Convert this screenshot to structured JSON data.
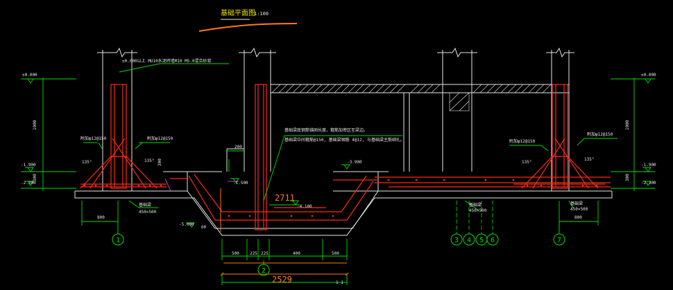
{
  "drawing": {
    "title": "基础平面图",
    "scale": "1:100",
    "note_top": "±0.000以上 MU10水泥砖墙M10 M5.0混合砂浆",
    "note_mid_1": "基础梁底钢筋锚固长度，箍筋加密区至梁边。",
    "note_mid_2": "基础梁中间箍筋@150, 基础梁钢筋 4@12, 与基础梁主筋绑扎。",
    "annotations": {
      "rebar_left_a": "附加φ12@150",
      "rebar_left_b": "附加φ12@150",
      "rebar_right_a": "附加φ12@150",
      "rebar_right_b": "附加φ12@150",
      "angle": "135°",
      "beam_left": "基础梁",
      "beam_left_size": "450×500",
      "beam_mid": "基础梁",
      "beam_mid_size": "450×500",
      "beam_right": "基础梁",
      "beam_right_size": "450×500"
    },
    "levels": {
      "l_pm000_left": "±0.000",
      "l_pm000_right": "±0.000",
      "l_m1900_left": "-1.900",
      "l_m1900_right": "-1.900",
      "l_m2300_left": "-2.300",
      "l_m2300_right": "-2.300",
      "l_m1500": "-1.500",
      "l_m3900": "-3.900",
      "l_m4100": "-4.100",
      "l_m5000": "-5.000"
    },
    "dims": {
      "v_1900_left": "1900",
      "v_300_left": "300",
      "v_1900_right": "1900",
      "v_300_right": "300",
      "d_800_left": "800",
      "d_800_right": "800",
      "d_200": "200",
      "d_300": "300",
      "d_500_a": "500",
      "d_225_a": "225",
      "d_225_b": "225",
      "d_400": "400",
      "d_500_b": "500",
      "d_2711": "2711",
      "d_2529": "2529",
      "d_1_1": "1 1",
      "d_60": "60"
    },
    "axes": [
      "1",
      "2",
      "3",
      "4",
      "5",
      "6",
      "7"
    ]
  },
  "colors": {
    "background": "#000000",
    "green": "#00e000",
    "red": "#ff2a1a",
    "white": "#e8e8e8",
    "orange": "#ff7a1a",
    "magenta": "#ff40ff",
    "yellow": "#e8e000"
  }
}
